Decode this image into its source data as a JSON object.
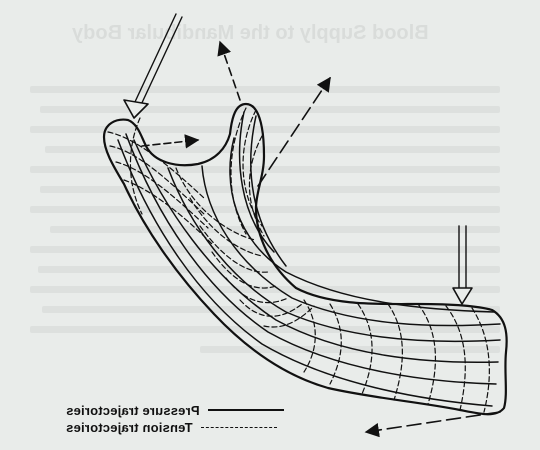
{
  "ghost_text": {
    "heading": "Blood Supply to the Mandibular Body"
  },
  "legend": [
    {
      "label": "Pressure trajectories",
      "style": "solid"
    },
    {
      "label": "Tension trajectories",
      "style": "dashed"
    }
  ],
  "colors": {
    "background": "#e9ecea",
    "ink": "#111111"
  }
}
